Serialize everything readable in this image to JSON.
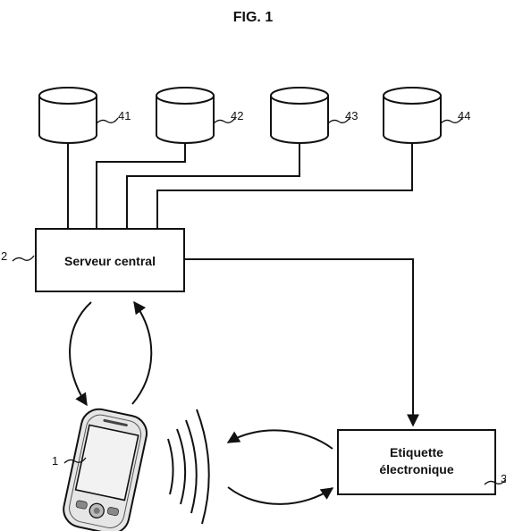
{
  "figure": {
    "title": "FIG. 1"
  },
  "databases": [
    {
      "ref": "41"
    },
    {
      "ref": "42"
    },
    {
      "ref": "43"
    },
    {
      "ref": "44"
    }
  ],
  "server": {
    "label": "Serveur central",
    "ref": "2"
  },
  "tag": {
    "line1": "Etiquette",
    "line2": "électronique",
    "ref": "3"
  },
  "phone": {
    "ref": "1"
  }
}
